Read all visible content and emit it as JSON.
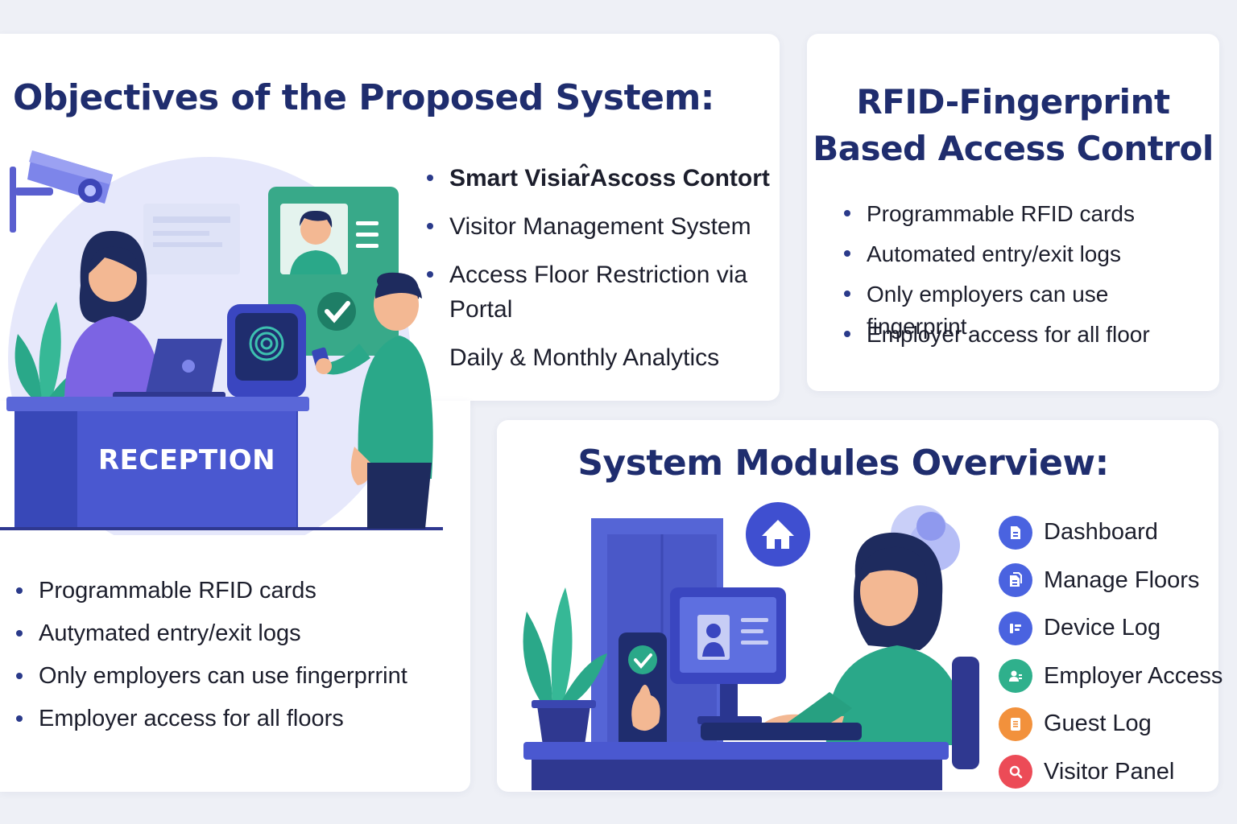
{
  "objectives": {
    "title": "Objectives of the Proposed System:",
    "items": [
      "Smart Visiar̂Ascoss Contort",
      "Visitor Management System",
      "Access Floor Restriction via Portal",
      "Daily & Monthly Analytics"
    ],
    "reception_label": "RECEPTION"
  },
  "rfid": {
    "title_line1": "RFID-Fingerprint",
    "title_line2": "Based Access Control",
    "items": [
      "Programmable RFID cards",
      "Automated entry/exit logs",
      "Only employers can use fingerprint",
      "Employer access for all floor"
    ]
  },
  "left_list": {
    "items": [
      "Programmable RFID cards",
      "Autymated entry/exit logs",
      "Only employers can use fingerprrint",
      "Employer access for all floors"
    ]
  },
  "modules": {
    "title": "System Modules Overview:",
    "items": [
      {
        "label": "Dashboard",
        "icon": "dashboard-icon",
        "color": "#4a63e0"
      },
      {
        "label": "Manage Floors",
        "icon": "floors-icon",
        "color": "#4a63e0"
      },
      {
        "label": "Device Log",
        "icon": "device-log-icon",
        "color": "#4a63e0"
      },
      {
        "label": "Employer Access",
        "icon": "employer-access-icon",
        "color": "#2fb08c"
      },
      {
        "label": "Guest Log",
        "icon": "guest-log-icon",
        "color": "#f2913c"
      },
      {
        "label": "Visitor Panel",
        "icon": "visitor-search-icon",
        "color": "#ec4b57"
      }
    ]
  },
  "colors": {
    "title": "#1f2d6e",
    "accent_blue": "#4a58d0",
    "accent_teal": "#2aa889",
    "background": "#eef0f6"
  }
}
